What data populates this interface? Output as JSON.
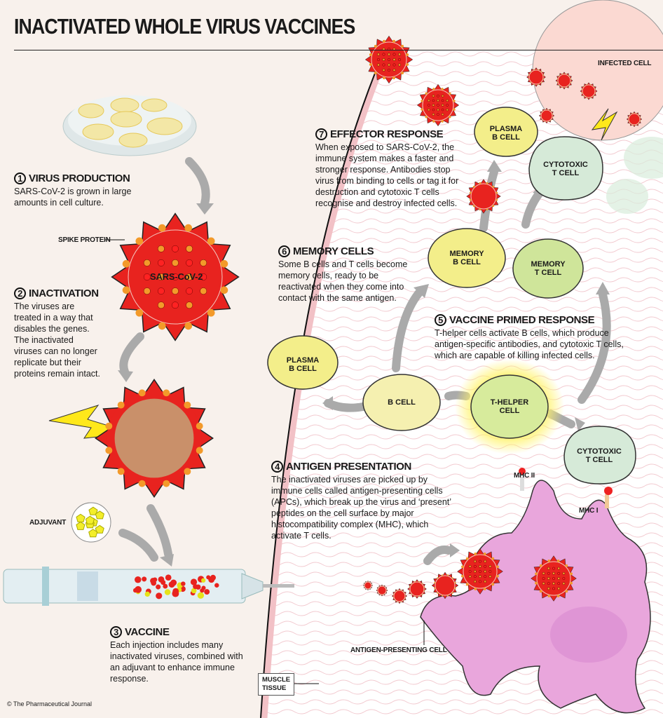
{
  "title": "INACTIVATED WHOLE VIRUS VACCINES",
  "steps": [
    {
      "number": "1",
      "heading": "VIRUS PRODUCTION",
      "body": "SARS-CoV-2 is grown in large amounts in cell culture."
    },
    {
      "number": "2",
      "heading": "INACTIVATION",
      "body": "The viruses are treated in a way that disables the genes. The inactivated viruses can no longer replicate but their proteins remain intact."
    },
    {
      "number": "3",
      "heading": "VACCINE",
      "body": "Each injection includes many inactivated viruses, combined with an adjuvant to enhance immune response."
    },
    {
      "number": "4",
      "heading": "ANTIGEN PRESENTATION",
      "body": "The inactivated viruses are picked up by immune cells called antigen-presenting cells (APCs), which break up the virus and ‘present’ peptides on the cell surface by major histocompatibility complex (MHC), which activate T cells."
    },
    {
      "number": "5",
      "heading": "VACCINE PRIMED RESPONSE",
      "body": "T-helper cells activate B cells, which produce antigen-specific antibodies, and cytotoxic T cells, which are capable of killing infected cells."
    },
    {
      "number": "6",
      "heading": "MEMORY CELLS",
      "body": "Some B cells and T cells become memory cells, ready to be reactivated when they come into contact with the same antigen."
    },
    {
      "number": "7",
      "heading": "EFFECTOR RESPONSE",
      "body": "When exposed to SARS-CoV-2, the immune system makes a faster and stronger response. Antibodies stop virus from binding to cells or tag it for destruction and cytotoxic T cells recognise and destroy infected cells."
    }
  ],
  "labels": {
    "spike_protein": "SPIKE PROTEIN",
    "sars_cov_2": "SARS-CoV-2",
    "adjuvant": "ADJUVANT",
    "muscle_tissue": "MUSCLE\nTISSUE",
    "antigen_presenting_cell": "ANTIGEN-PRESENTING CELL",
    "mhc_ii": "MHC II",
    "mhc_i": "MHC I",
    "infected_cell": "INFECTED CELL"
  },
  "cells": {
    "plasma_b_cell": "PLASMA\nB CELL",
    "cytotoxic_t_cell": "CYTOTOXIC\nT CELL",
    "memory_b_cell": "MEMORY\nB CELL",
    "memory_t_cell": "MEMORY\nT CELL",
    "b_cell": "B CELL",
    "t_helper_cell": "T-HELPER\nCELL"
  },
  "copyright": "© The Pharmaceutical Journal",
  "colors": {
    "virus": "#e8231f",
    "spike_tip": "#f39a2a",
    "b_cell": "#f3ee8a",
    "t_cell": "#cfe59a",
    "cytotoxic": "#d6ead8",
    "apc": "#e9a6dc",
    "background": "#f8f1ec"
  }
}
